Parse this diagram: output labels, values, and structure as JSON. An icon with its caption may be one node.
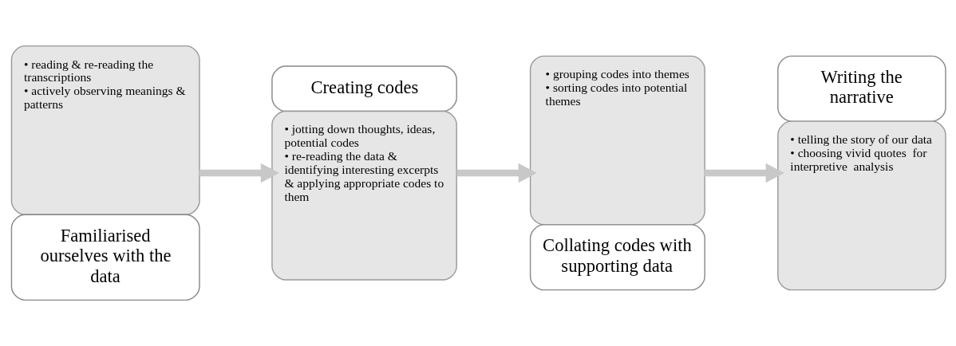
{
  "diagram": {
    "nodes": [
      {
        "text": [
          "• reading & re-reading the transcriptions",
          "• actively observing meanings & patterns",
          "Familiarised ourselves with the data"
        ]
      },
      {
        "text": [
          "Creating codes",
          "• jotting down thoughts, ideas, potential codes",
          "• re-reading the data & identifying interesting excerpts & applying appropriate codes to them"
        ]
      },
      {
        "text": [
          "• grouping codes into themes",
          "• sorting codes into potential themes",
          "Collating codes with supporting data"
        ]
      },
      {
        "text": [
          "Writing the narrative",
          "• telling the story of our data",
          "• choosing vivid quotes  for interpretive  analysis"
        ]
      }
    ],
    "edges": [
      {
        "from": 0,
        "to": 1,
        "arrow": "to"
      },
      {
        "from": 1,
        "to": 2,
        "arrow": "to"
      },
      {
        "from": 2,
        "to": 3,
        "arrow": "to"
      }
    ]
  }
}
